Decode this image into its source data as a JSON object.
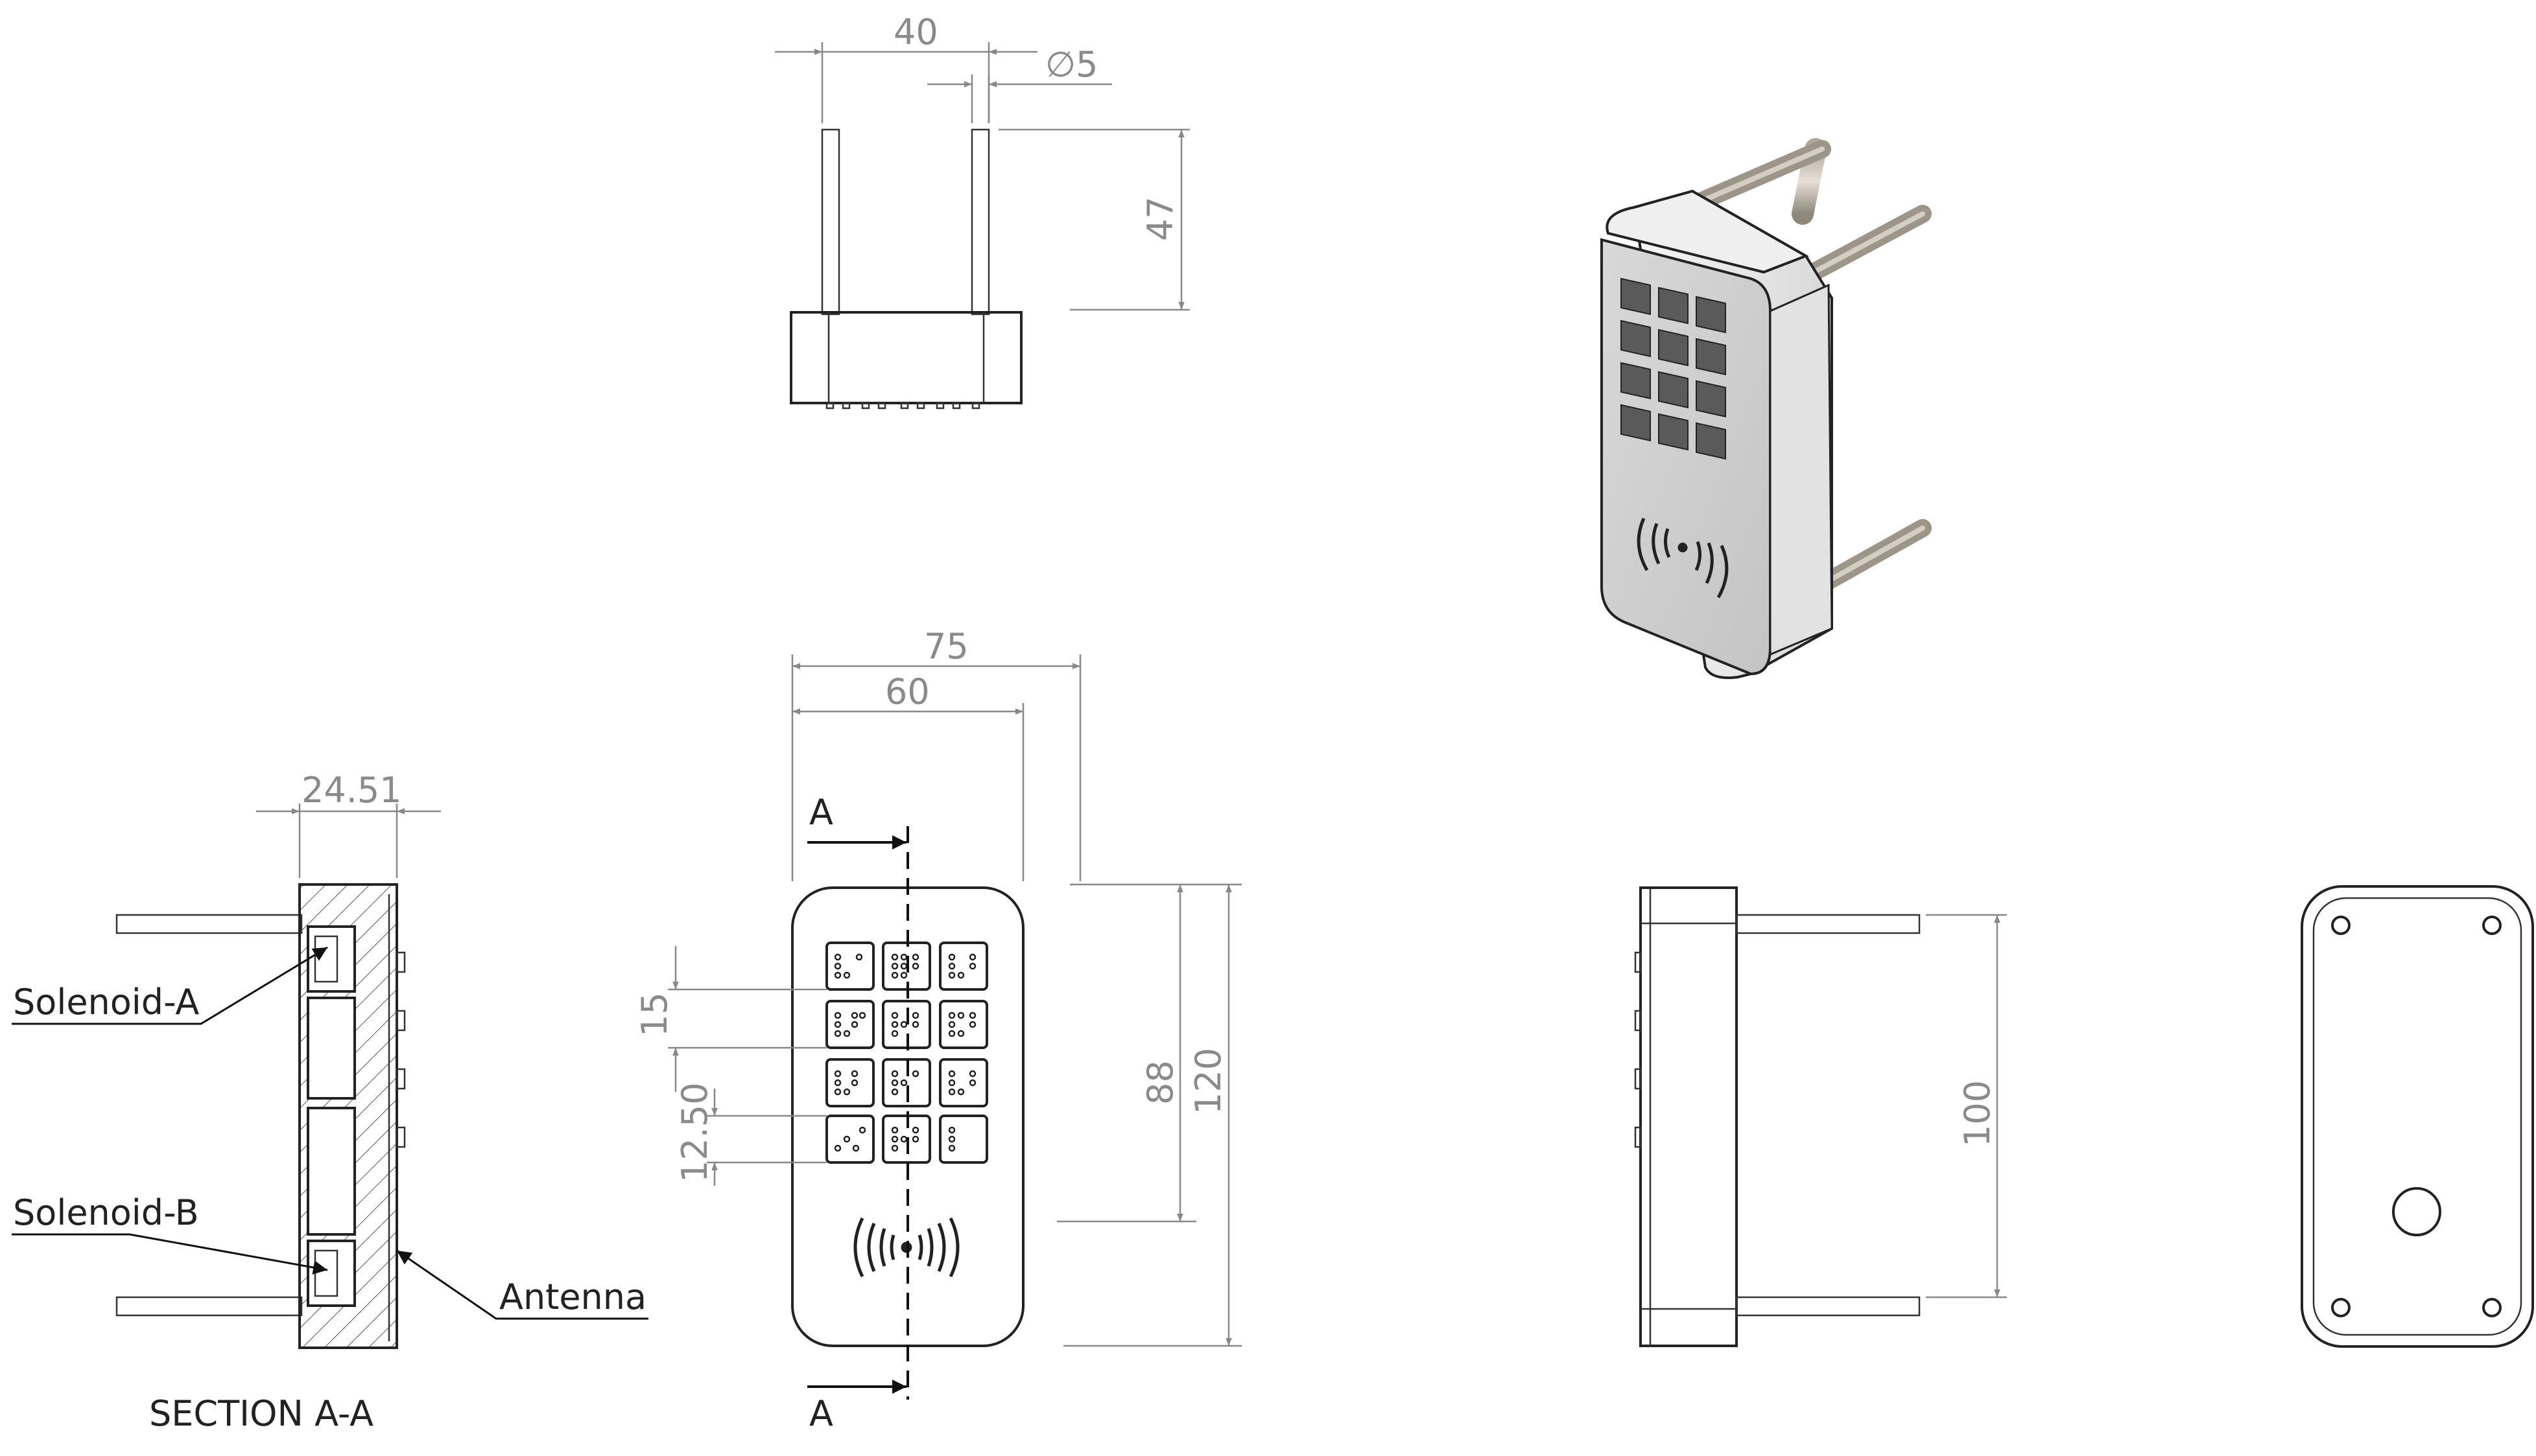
{
  "drawing": {
    "colors": {
      "line": "#222222",
      "dimension": "#888888",
      "shade": "#d9d9d9"
    }
  },
  "dimensions": {
    "top_width": "40",
    "pin_diameter": "∅5",
    "pin_length": "47",
    "overall_width": "75",
    "face_width": "60",
    "section_depth": "24.51",
    "key_pitch": "15",
    "key_size": "12.50",
    "inner_height": "88",
    "overall_height": "120",
    "pin_spacing": "100"
  },
  "labels": {
    "section_mark_top": "A",
    "section_mark_bottom": "A",
    "section_title": "SECTION A-A",
    "solenoid_a": "Solenoid-A",
    "solenoid_b": "Solenoid-B",
    "antenna": "Antenna"
  },
  "views": [
    "top-view",
    "front-view",
    "side-view",
    "back-view",
    "section-view",
    "isometric-view"
  ],
  "keypad": {
    "rows": 4,
    "cols": 3,
    "keys_in_last_row": 3
  }
}
